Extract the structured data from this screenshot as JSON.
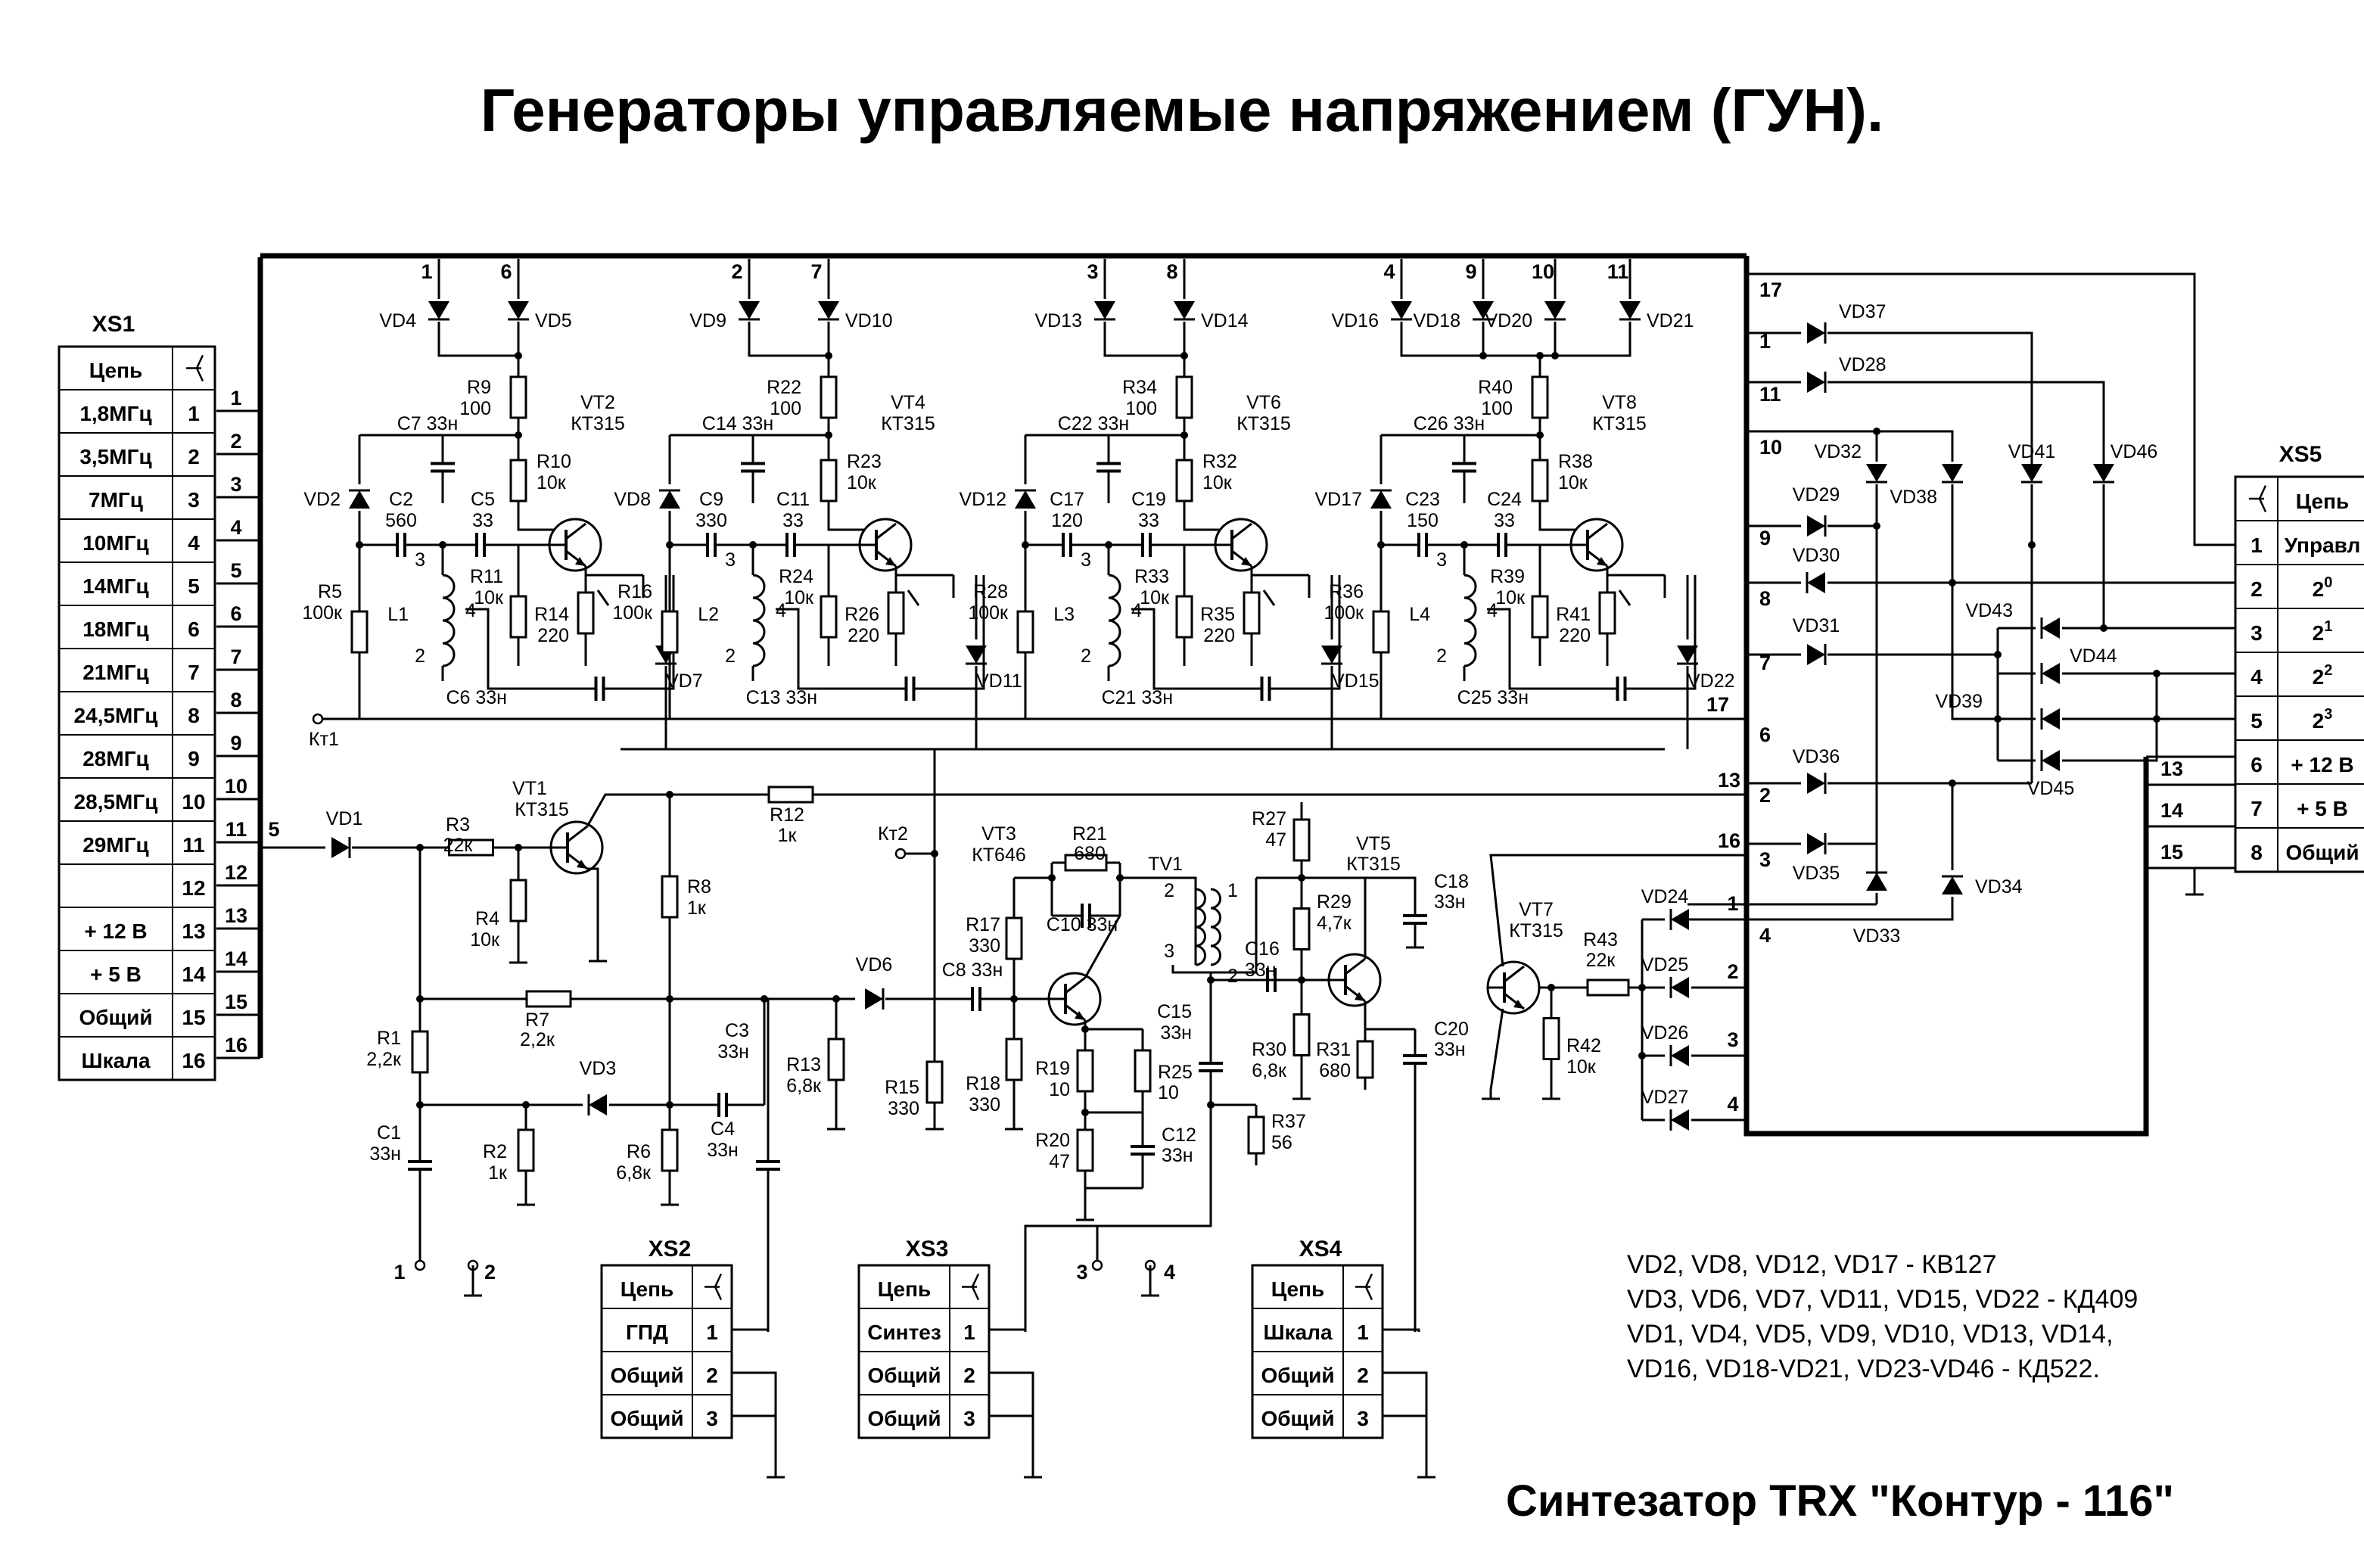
{
  "title": "Генераторы управляемые напряжением (ГУН).",
  "subtitle": "Синтезатор TRX \"Контур - 116\"",
  "notes": [
    "VD2, VD8, VD12, VD17 - КВ127",
    "VD3, VD6, VD7, VD11, VD15, VD22 - КД409",
    "VD1, VD4, VD5, VD9, VD10, VD13, VD14,",
    "VD16, VD18-VD21, VD23-VD46 - КД522."
  ],
  "connectors": {
    "xs1": {
      "name": "XS1",
      "header": "Цепь",
      "rows": [
        {
          "label": "1,8МГц",
          "pin": "1"
        },
        {
          "label": "3,5МГц",
          "pin": "2"
        },
        {
          "label": "7МГц",
          "pin": "3"
        },
        {
          "label": "10МГц",
          "pin": "4"
        },
        {
          "label": "14МГц",
          "pin": "5"
        },
        {
          "label": "18МГц",
          "pin": "6"
        },
        {
          "label": "21МГц",
          "pin": "7"
        },
        {
          "label": "24,5МГц",
          "pin": "8"
        },
        {
          "label": "28МГц",
          "pin": "9"
        },
        {
          "label": "28,5МГц",
          "pin": "10"
        },
        {
          "label": "29МГц",
          "pin": "11"
        },
        {
          "label": "",
          "pin": "12"
        },
        {
          "label": "+ 12 В",
          "pin": "13"
        },
        {
          "label": "+ 5 В",
          "pin": "14"
        },
        {
          "label": "Общий",
          "pin": "15"
        },
        {
          "label": "Шкала",
          "pin": "16"
        }
      ]
    },
    "xs5": {
      "name": "XS5",
      "header": "Цепь",
      "rows": [
        {
          "pin": "1",
          "label": "Управл"
        },
        {
          "pin": "2",
          "label": "2",
          "sup": "0"
        },
        {
          "pin": "3",
          "label": "2",
          "sup": "1"
        },
        {
          "pin": "4",
          "label": "2",
          "sup": "2"
        },
        {
          "pin": "5",
          "label": "2",
          "sup": "3"
        },
        {
          "pin": "6",
          "label": "+ 12 В"
        },
        {
          "pin": "7",
          "label": "+ 5 В"
        },
        {
          "pin": "8",
          "label": "Общий"
        }
      ]
    },
    "xs2": {
      "name": "XS2",
      "header": "Цепь",
      "rows": [
        {
          "label": "ГПД",
          "pin": "1"
        },
        {
          "label": "Общий",
          "pin": "2"
        },
        {
          "label": "Общий",
          "pin": "3"
        }
      ]
    },
    "xs3": {
      "name": "XS3",
      "header": "Цепь",
      "rows": [
        {
          "label": "Синтез",
          "pin": "1"
        },
        {
          "label": "Общий",
          "pin": "2"
        },
        {
          "label": "Общий",
          "pin": "3"
        }
      ]
    },
    "xs4": {
      "name": "XS4",
      "header": "Цепь",
      "rows": [
        {
          "label": "Шкала",
          "pin": "1"
        },
        {
          "label": "Общий",
          "pin": "2"
        },
        {
          "label": "Общий",
          "pin": "3"
        }
      ]
    }
  },
  "components": {
    "vco_blocks": [
      {
        "top_pins": [
          "1",
          "6"
        ],
        "diodes": [
          "VD4",
          "VD5"
        ],
        "r_top": [
          "R9",
          "100"
        ],
        "transistor": [
          "VT2",
          "КТ315"
        ],
        "c_fb": [
          "C7 33н"
        ],
        "varicap": "VD2",
        "c_coupling": [
          "C2",
          "560"
        ],
        "c_base": [
          "C5",
          "33"
        ],
        "r_emitter_a": [
          "R10",
          "10к"
        ],
        "r_bias": [
          "R5",
          "100к"
        ],
        "coil": "L1",
        "r_e": [
          "R11",
          "10к"
        ],
        "r_trim": [
          "R14",
          "220"
        ],
        "c_out": "C6 33н",
        "sw_diode": "VD7"
      },
      {
        "top_pins": [
          "2",
          "7"
        ],
        "diodes": [
          "VD9",
          "VD10"
        ],
        "r_top": [
          "R22",
          "100"
        ],
        "transistor": [
          "VT4",
          "КТ315"
        ],
        "c_fb": [
          "C14 33н"
        ],
        "varicap": "VD8",
        "c_coupling": [
          "C9",
          "330"
        ],
        "c_base": [
          "C11",
          "33"
        ],
        "r_emitter_a": [
          "R23",
          "10к"
        ],
        "r_bias": [
          "R16",
          "100к"
        ],
        "coil": "L2",
        "r_e": [
          "R24",
          "10к"
        ],
        "r_trim": [
          "R26",
          "220"
        ],
        "c_out": "C13 33н",
        "sw_diode": "VD11"
      },
      {
        "top_pins": [
          "3",
          "8"
        ],
        "diodes": [
          "VD13",
          "VD14"
        ],
        "r_top": [
          "R34",
          "100"
        ],
        "transistor": [
          "VT6",
          "КТ315"
        ],
        "c_fb": [
          "C22",
          "33н"
        ],
        "varicap": "VD12",
        "c_coupling": [
          "C17",
          "120"
        ],
        "c_base": [
          "C19",
          "33"
        ],
        "r_emitter_a": [
          "R32",
          "10к"
        ],
        "r_bias": [
          "R28",
          "100к"
        ],
        "coil": "L3",
        "r_e": [
          "R33",
          "10к"
        ],
        "r_trim": [
          "R35",
          "220"
        ],
        "c_out": "C21 33н",
        "sw_diode": "VD15"
      },
      {
        "top_pins": [
          "4",
          "9",
          "10",
          "11"
        ],
        "diodes": [
          "VD16",
          "VD18",
          "VD20",
          "VD21"
        ],
        "r_top": [
          "R40",
          "100"
        ],
        "transistor": [
          "VT8",
          "КТ315"
        ],
        "c_fb": [
          "C26",
          "33н"
        ],
        "varicap": "VD17",
        "c_coupling": [
          "C23",
          "150"
        ],
        "c_base": [
          "C24",
          "33"
        ],
        "r_emitter_a": [
          "R38",
          "10к"
        ],
        "r_bias": [
          "R36",
          "100к"
        ],
        "coil": "L4",
        "r_e": [
          "R39",
          "10к"
        ],
        "r_trim": [
          "R41",
          "220"
        ],
        "c_out": "C25 33н",
        "sw_diode": "VD22"
      }
    ],
    "coil_pins": [
      "3",
      "4",
      "2"
    ],
    "lower": {
      "vd1": "VD1",
      "r3": [
        "R3",
        "22к"
      ],
      "vt1": [
        "VT1",
        "КТ315"
      ],
      "r4": [
        "R4",
        "10к"
      ],
      "r12": [
        "R12",
        "1к"
      ],
      "r8": [
        "R8",
        "1к"
      ],
      "r7": [
        "R7",
        "2,2к"
      ],
      "r1": [
        "R1",
        "2,2к"
      ],
      "c1": [
        "C1",
        "33н"
      ],
      "vd3": "VD3",
      "c4": [
        "C4",
        "33н"
      ],
      "r2": [
        "R2",
        "1к"
      ],
      "r6": [
        "R6",
        "6,8к"
      ],
      "c3": [
        "C3",
        "33н"
      ],
      "r13": [
        "R13",
        "6,8к"
      ],
      "vd6": "VD6",
      "c8": "C8 33н",
      "r15": [
        "R15",
        "330"
      ],
      "vt3": [
        "VT3",
        "КТ646"
      ],
      "r21": [
        "R21",
        "680"
      ],
      "c10": "C10 33н",
      "r17": [
        "R17",
        "330"
      ],
      "r18": [
        "R18",
        "330"
      ],
      "r19": [
        "R19",
        "10"
      ],
      "r25": [
        "R25",
        "10"
      ],
      "r20": [
        "R20",
        "47"
      ],
      "c12": [
        "C12",
        "33н"
      ],
      "tv1": "TV1",
      "tv_pins": [
        "2",
        "1",
        "3",
        "2"
      ],
      "c15": [
        "C15",
        "33н"
      ],
      "r37": [
        "R37",
        "56"
      ],
      "r27": [
        "R27",
        "47"
      ],
      "c16": [
        "C16",
        "33н"
      ],
      "r29": [
        "R29",
        "4,7к"
      ],
      "vt5": [
        "VT5",
        "КТ315"
      ],
      "c18": [
        "C18",
        "33н"
      ],
      "r30": [
        "R30",
        "6,8к"
      ],
      "r31": [
        "R31",
        "680"
      ],
      "c20": [
        "C20",
        "33н"
      ],
      "vt7": [
        "VT7",
        "КТ315"
      ],
      "r43": [
        "R43",
        "22к"
      ],
      "r42": [
        "R42",
        "10к"
      ]
    },
    "testpoints": [
      "Кт1",
      "Кт2"
    ],
    "switch_points": [
      "1",
      "2",
      "3",
      "4"
    ],
    "bus_pin": "5",
    "right_block": {
      "left_pins": [
        "17",
        "1",
        "11",
        "10",
        "9",
        "8",
        "7",
        "6",
        "2",
        "3",
        "16",
        "13",
        "17"
      ],
      "left_pin_labels": [
        "17",
        "1",
        "11",
        "10",
        "9",
        "8",
        "7",
        "17",
        "6",
        "2",
        "13",
        "16",
        "3"
      ],
      "bottom_pins": [
        "1",
        "2",
        "3",
        "4",
        "4"
      ],
      "xs5_side_pins": [
        "13",
        "14",
        "15"
      ],
      "diodes": [
        "VD37",
        "VD28",
        "VD32",
        "VD38",
        "VD41",
        "VD46",
        "VD29",
        "VD30",
        "VD31",
        "VD43",
        "VD44",
        "VD39",
        "VD45",
        "VD36",
        "VD35",
        "VD33",
        "VD34",
        "VD24",
        "VD25",
        "VD26",
        "VD27"
      ]
    }
  }
}
